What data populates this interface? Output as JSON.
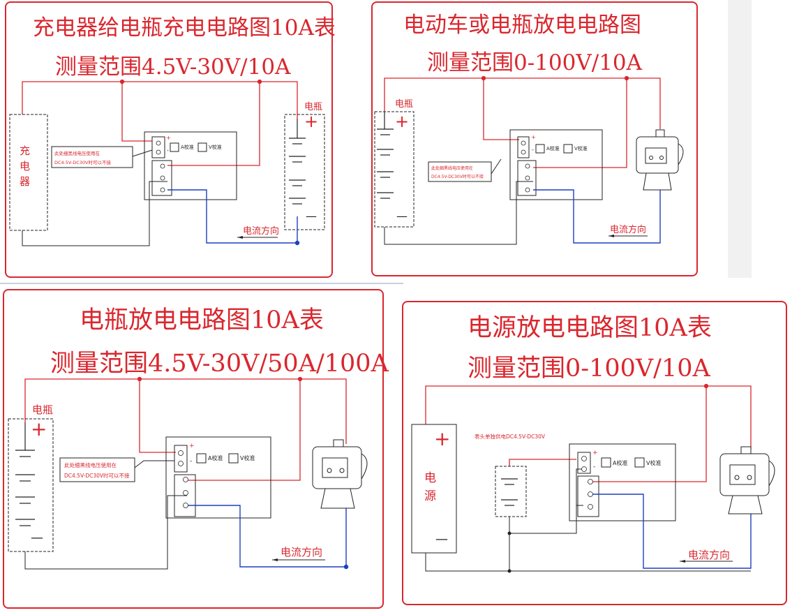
{
  "colors": {
    "red": "#d9272e",
    "blue": "#1f3fbf",
    "black": "#222222"
  },
  "panels": [
    {
      "title1": "充电器给电瓶充电电路图10A表",
      "title2": "测量范围4.5V-30V/10A",
      "source_label": "充电器",
      "battery_label": "电瓶",
      "note": [
        "此处细黑线电压使用在",
        "DC4.5V-DC30V时可以不接"
      ],
      "a_cal": "A校准",
      "v_cal": "V校准",
      "current_dir": "电流方向",
      "plus": "+",
      "minus": "—",
      "small_plus": "+",
      "small_minus": "-"
    },
    {
      "title1": "电动车或电瓶放电电路图",
      "title2": "测量范围0-100V/10A",
      "battery_label": "电瓶",
      "note": [
        "此处细黑线电压使用在",
        "DC4.5V-DC30V时可以不接"
      ],
      "a_cal": "A校准",
      "v_cal": "V校准",
      "current_dir": "电流方向",
      "plus": "+",
      "minus": "—",
      "small_plus": "+",
      "small_minus": "-"
    },
    {
      "title1": "电瓶放电电路图10A表",
      "title2": "测量范围4.5V-30V/50A/100A",
      "battery_label": "电瓶",
      "note": [
        "此处细黑线电压使用在",
        "DC4.5V-DC30V时可以不接"
      ],
      "a_cal": "A校准",
      "v_cal": "V校准",
      "current_dir": "电流方向",
      "plus": "+",
      "minus": "—",
      "small_plus": "+",
      "small_minus": "-"
    },
    {
      "title1": "电源放电电路图10A表",
      "title2": "测量范围0-100V/10A",
      "source_label": "电源",
      "note": [
        "表头单独供电DC4.5V-DC30V"
      ],
      "a_cal": "A校准",
      "v_cal": "V校准",
      "current_dir": "电流方向",
      "plus": "+",
      "minus": "—",
      "small_plus": "+",
      "small_minus": "-"
    }
  ]
}
